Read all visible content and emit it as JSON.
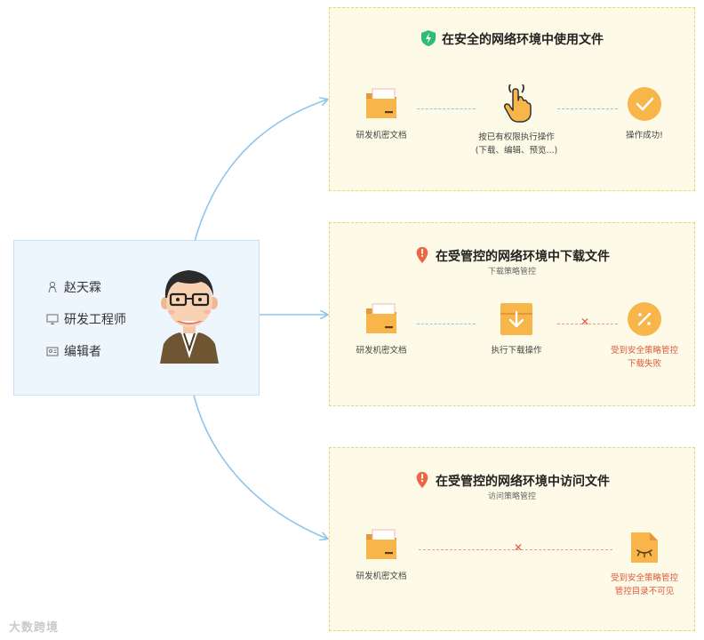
{
  "user": {
    "name": "赵天霖",
    "role": "研发工程师",
    "permission": "编辑者"
  },
  "scenarios": [
    {
      "title": "在安全的网络环境中使用文件",
      "badge_icon": "shield-lightning-icon",
      "badge_color": "#2dbb75",
      "steps": {
        "file": "研发机密文档",
        "action_line1": "按已有权限执行操作",
        "action_line2": "(下载、编辑、预览...)",
        "result": "操作成功!"
      }
    },
    {
      "title": "在受管控的网络环境中下载文件",
      "subtitle": "下载策略管控",
      "badge_icon": "warning-pin-icon",
      "badge_color": "#ef6447",
      "steps": {
        "file": "研发机密文档",
        "action": "执行下载操作",
        "result_line1": "受到安全策略管控",
        "result_line2": "下载失败"
      }
    },
    {
      "title": "在受管控的网络环境中访问文件",
      "subtitle": "访问策略管控",
      "badge_icon": "warning-pin-icon",
      "badge_color": "#ef6447",
      "steps": {
        "file": "研发机密文档",
        "result_line1": "受到安全策略管控",
        "result_line2": "管控目录不可见"
      }
    }
  ],
  "colors": {
    "accent_orange": "#f6b041",
    "connector_blue": "#8ec6ea",
    "error_red": "#e0573d",
    "panel_yellow": "#fdfbe7",
    "card_blue": "#eef6fd"
  },
  "watermark": "大数跨境"
}
